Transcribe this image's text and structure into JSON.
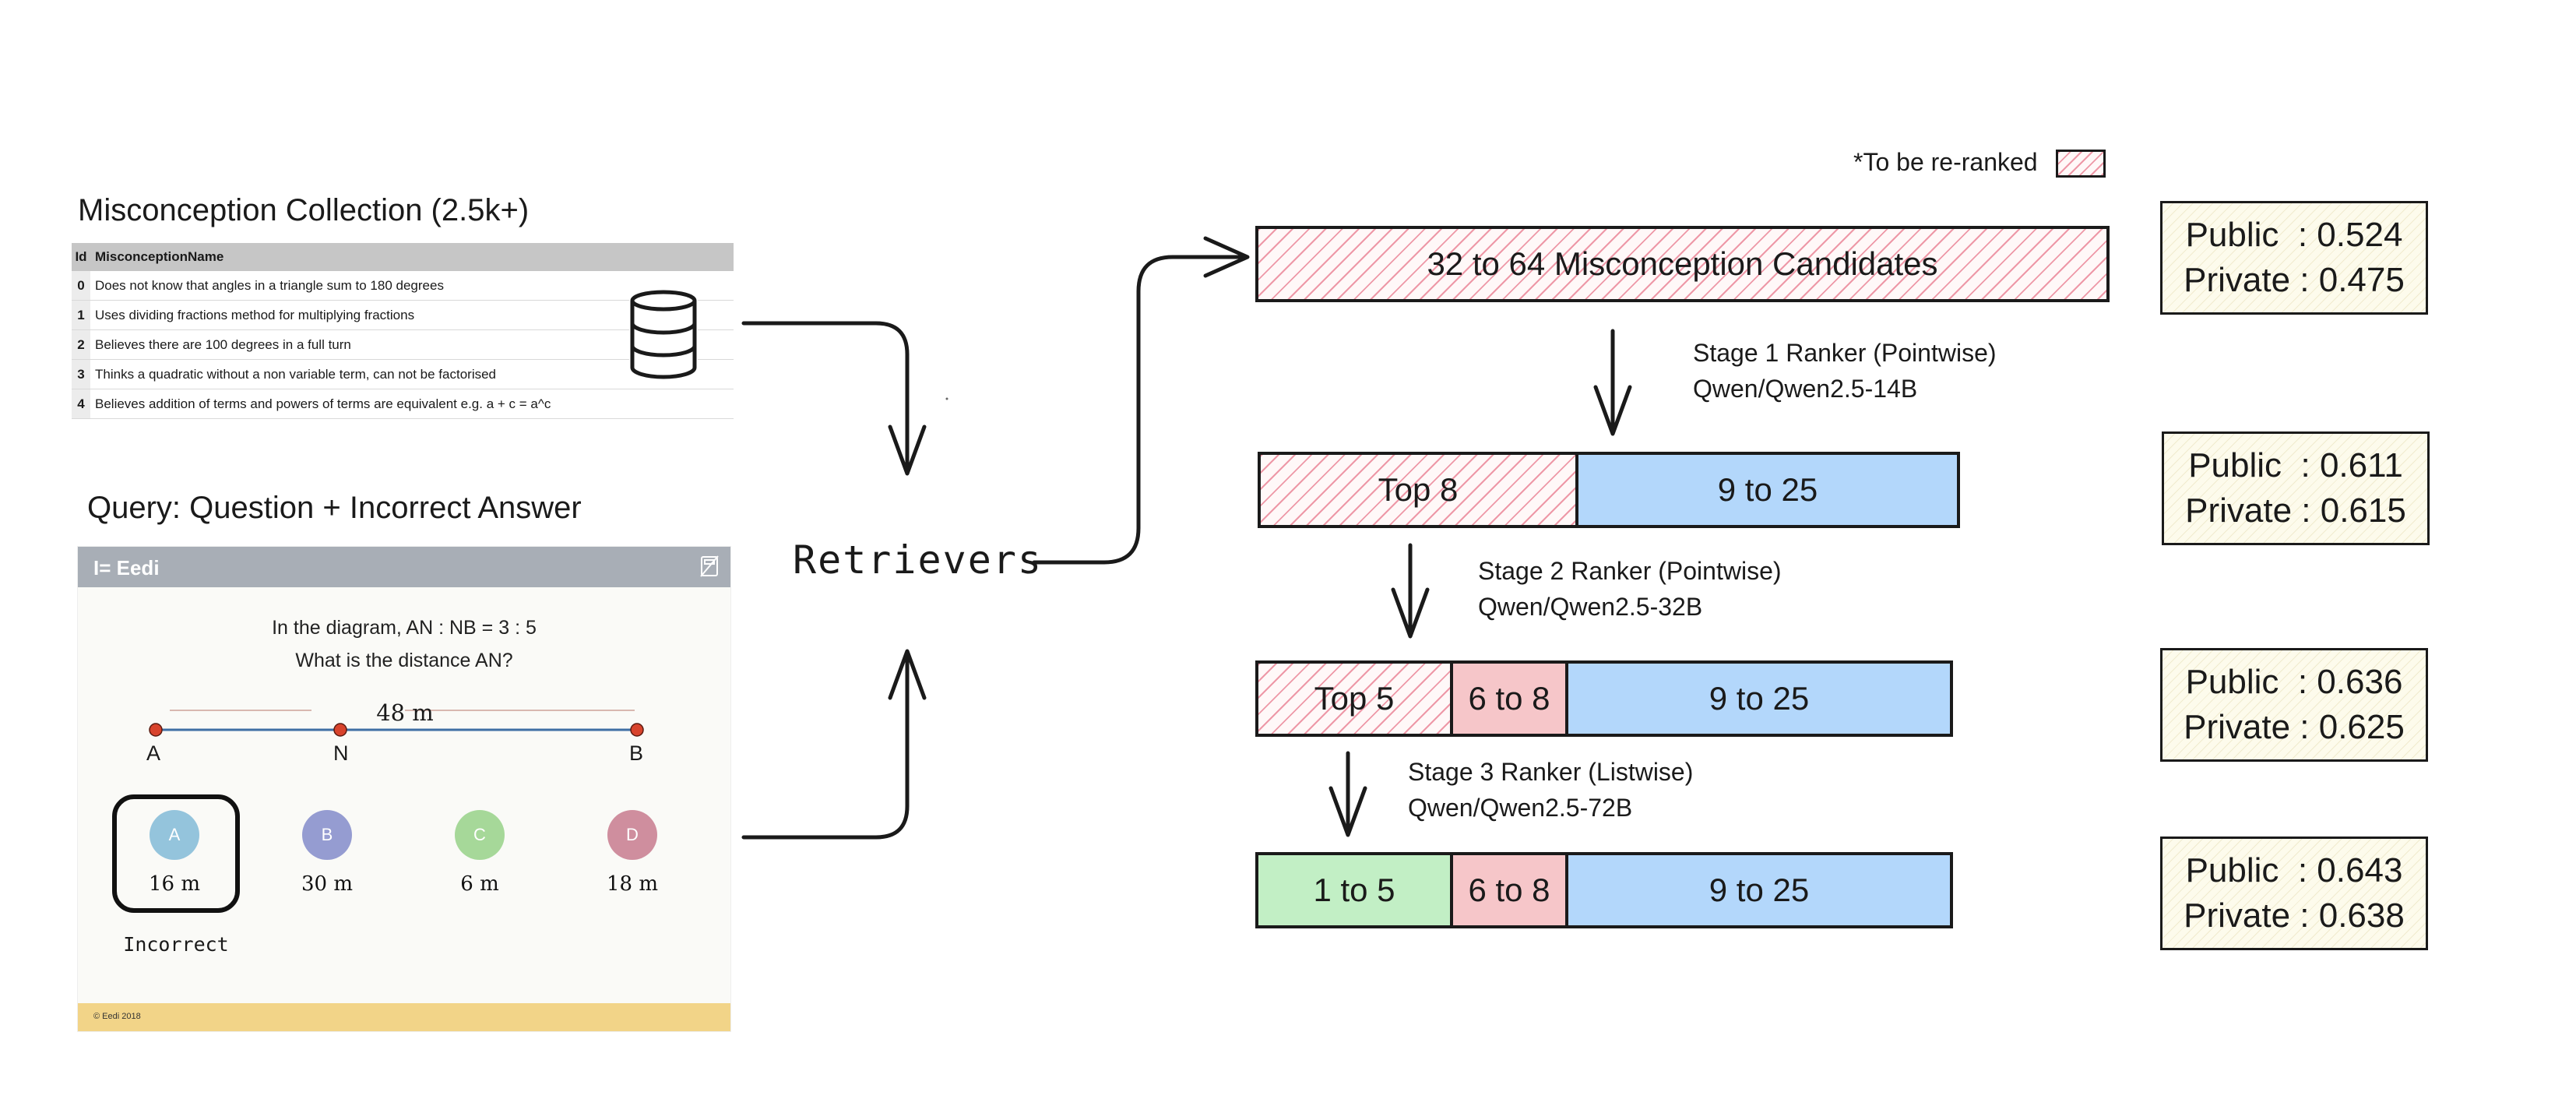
{
  "legend": {
    "label": "*To be re-ranked"
  },
  "misconceptions": {
    "title": "Misconception Collection (2.5k+)",
    "columns": [
      "Id",
      "MisconceptionName"
    ],
    "rows": [
      [
        "0",
        "Does not know that angles in a triangle sum to 180 degrees"
      ],
      [
        "1",
        "Uses dividing fractions method for multiplying fractions"
      ],
      [
        "2",
        "Believes there are 100 degrees in a full turn"
      ],
      [
        "3",
        "Thinks a quadratic without a non variable term, can not be factorised"
      ],
      [
        "4",
        "Believes addition of terms and powers of terms are equivalent e.g. a + c = a^c"
      ]
    ],
    "icon": "database-icon"
  },
  "query": {
    "title": "Query: Question + Incorrect Answer",
    "brand": "I= Eedi",
    "line1": "In the diagram, AN : NB = 3 : 5",
    "line2": "What is the distance AN?",
    "distance_label": "48 m",
    "points": [
      "A",
      "N",
      "B"
    ],
    "options": [
      {
        "letter": "A",
        "value": "16 m",
        "color": "#94c4dc"
      },
      {
        "letter": "B",
        "value": "30 m",
        "color": "#959cd1"
      },
      {
        "letter": "C",
        "value": "6 m",
        "color": "#a6d899"
      },
      {
        "letter": "D",
        "value": "18 m",
        "color": "#cf8e9e"
      }
    ],
    "selected_label": "Incorrect",
    "footer": "© Eedi 2018"
  },
  "retrievers": {
    "label": "Retrievers"
  },
  "pipeline": {
    "candidates": "32 to 64 Misconception Candidates",
    "stages": [
      {
        "title": "Stage 1 Ranker (Pointwise)",
        "model": "Qwen/Qwen2.5-14B"
      },
      {
        "title": "Stage 2 Ranker (Pointwise)",
        "model": "Qwen/Qwen2.5-32B"
      },
      {
        "title": "Stage 3 Ranker (Listwise)",
        "model": "Qwen/Qwen2.5-72B"
      }
    ],
    "bar1": [
      "Top 8",
      "9 to 25"
    ],
    "bar2": [
      "Top 5",
      "6 to 8",
      "9 to 25"
    ],
    "bar3": [
      "1 to 5",
      "6 to 8",
      "9 to 25"
    ]
  },
  "scores": [
    {
      "public": "Public  : 0.524",
      "private": "Private : 0.475"
    },
    {
      "public": "Public  : 0.611",
      "private": "Private : 0.615"
    },
    {
      "public": "Public  : 0.636",
      "private": "Private : 0.625"
    },
    {
      "public": "Public  : 0.643",
      "private": "Private : 0.638"
    }
  ],
  "colors": {
    "hatch": "#e8788c",
    "pink": "#f6c6c9",
    "blue": "#b3d7fb",
    "green": "#c2efc5",
    "footer": "#f2d488",
    "header": "#a8aeb6"
  }
}
